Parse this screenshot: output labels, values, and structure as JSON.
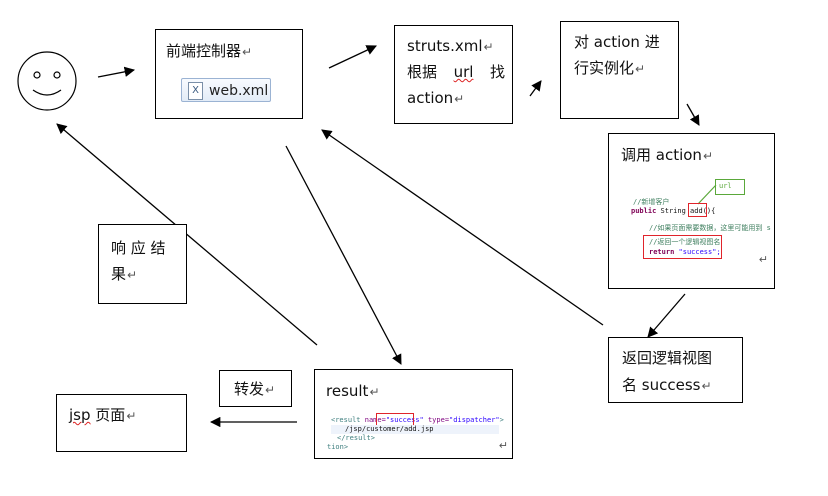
{
  "pilcrow": "↵",
  "nodes": {
    "controller": {
      "label": "前端控制器",
      "file_chip": "web.xml",
      "file_icon_letter": "X"
    },
    "struts": {
      "line1": "struts.xml",
      "line2_a": "根据",
      "line2_b": "url",
      "line2_c": "找",
      "line3": "action"
    },
    "instantiate": {
      "line1": "对 action 进",
      "line2": "行实例化"
    },
    "invoke": {
      "label": "调用 action",
      "annotation": "url",
      "code": {
        "comment1": "//新增客户",
        "kw_public": "public",
        "type_string": "String",
        "method": "add",
        "parens": "(){",
        "comment2": "//如果页面需要数据，这里可能用到 s",
        "comment3": "//返回一个逻辑视图名",
        "kw_return": "return",
        "ret_value": "\"success\";"
      }
    },
    "return_view": {
      "line1": "返回逻辑视图",
      "line2": "名 success"
    },
    "result": {
      "label": "result",
      "code": {
        "l1_open": "<result",
        "l1_attr_name": "name=",
        "l1_name_val": "\"success\"",
        "l1_attr_type": "type=",
        "l1_type_val": "\"dispatcher\"",
        "l1_close": ">",
        "l2": "/jsp/customer/add.jsp",
        "l3": "</result>",
        "l4": "tion>"
      }
    },
    "forward": {
      "label": "转发"
    },
    "jsp": {
      "label_a": "jsp",
      "label_b": "页面"
    },
    "response": {
      "line1": "响 应 结",
      "line2": "果"
    }
  }
}
